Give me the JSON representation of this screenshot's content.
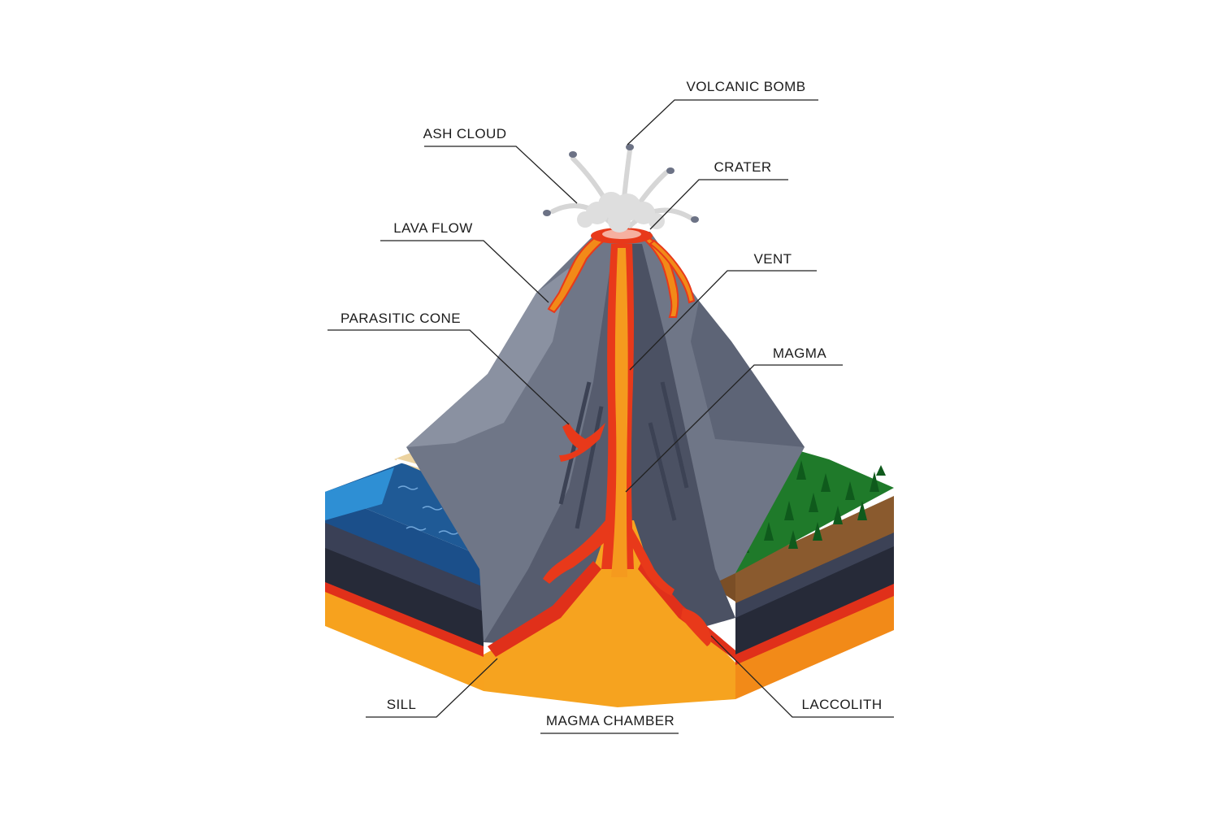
{
  "labels": {
    "volcanic_bomb": "VOLCANIC BOMB",
    "ash_cloud": "ASH CLOUD",
    "crater": "CRATER",
    "lava_flow": "LAVA FLOW",
    "vent": "VENT",
    "parasitic_cone": "PARASITIC CONE",
    "magma": "MAGMA",
    "sill": "SILL",
    "magma_chamber": "MAGMA CHAMBER",
    "laccolith": "LACCOLITH"
  },
  "colors": {
    "background": "#ffffff",
    "mountain": "#6f7687",
    "mountain_light": "#8a91a1",
    "mountain_dark": "#4f5566",
    "lava_red": "#e8391a",
    "lava_orange": "#f5901e",
    "lava_yellow": "#fbb43a",
    "sea": "#1f5a96",
    "sea_light": "#2e8fd4",
    "sand": "#ecd3a0",
    "forest": "#1f7a2a",
    "forest_dark": "#0f5a1c",
    "soil": "#8a5a2e",
    "rock_layer": "#2b2f3e",
    "ash": "#d9d9d9"
  }
}
